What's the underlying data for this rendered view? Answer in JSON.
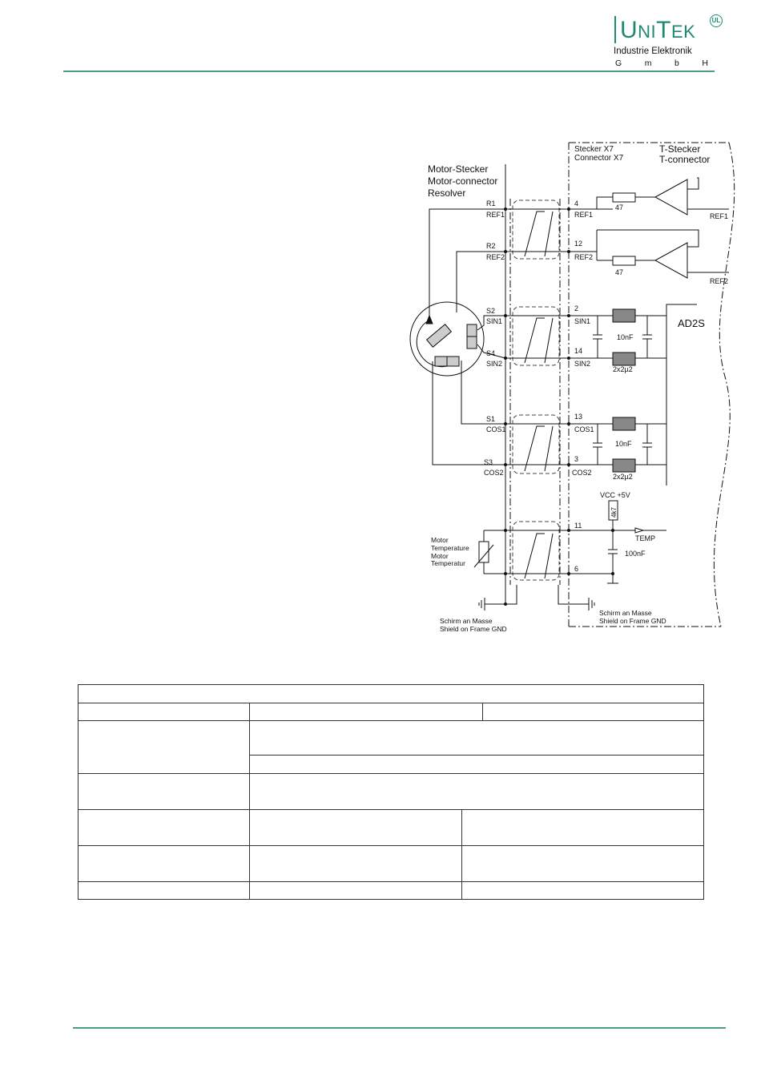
{
  "brand": {
    "name_big": "U",
    "name_rest": "NI",
    "name_t": "T",
    "name_end": "EK",
    "subtitle": "Industrie Elektronik",
    "gmbh": [
      "G",
      "m",
      "b",
      "H"
    ],
    "badge": "UL",
    "color": "#1f8a70"
  },
  "schematic": {
    "motor_title": [
      "Motor-Stecker",
      "Motor-connector",
      "Resolver"
    ],
    "connector_title": [
      "Stecker X7",
      "Connector X7"
    ],
    "tconnector_title": [
      "T-Stecker",
      "T-connector"
    ],
    "chip": "AD2S",
    "left_pins": [
      {
        "num": "R1",
        "sig": "REF1"
      },
      {
        "num": "R2",
        "sig": "REF2"
      },
      {
        "num": "S2",
        "sig": "SIN1"
      },
      {
        "num": "S4",
        "sig": "SIN2"
      },
      {
        "num": "S1",
        "sig": "COS1"
      },
      {
        "num": "S3",
        "sig": "COS2"
      }
    ],
    "right_pins": [
      {
        "num": "4",
        "sig": "REF1"
      },
      {
        "num": "12",
        "sig": "REF2"
      },
      {
        "num": "2",
        "sig": "SIN1"
      },
      {
        "num": "14",
        "sig": "SIN2"
      },
      {
        "num": "13",
        "sig": "COS1"
      },
      {
        "num": "3",
        "sig": "COS2"
      },
      {
        "num": "11",
        "sig": ""
      },
      {
        "num": "6",
        "sig": ""
      }
    ],
    "resistor_47": "47",
    "out_ref1": "REF1",
    "out_ref2": "REF2",
    "cap_10nf": "10nF",
    "ferrite": "2x2µ2",
    "vcc": "VCC +5V",
    "pullup": "4k7",
    "temp": "TEMP",
    "cap_100nf": "100nF",
    "motor_temp": [
      "Motor",
      "Temperature",
      "Motor",
      "Temperatur"
    ],
    "shield_left": [
      "Schirm an Masse",
      "Shield on Frame GND"
    ],
    "shield_right": [
      "Schirm an Masse",
      "Shield on Frame GND"
    ]
  },
  "table": {
    "rows": [
      [
        ""
      ],
      [
        "",
        "",
        ""
      ],
      [
        "",
        ""
      ],
      [
        ""
      ],
      [
        "",
        ""
      ],
      [
        "",
        "",
        ""
      ],
      [
        "",
        "",
        ""
      ],
      [
        "",
        "",
        ""
      ]
    ]
  }
}
